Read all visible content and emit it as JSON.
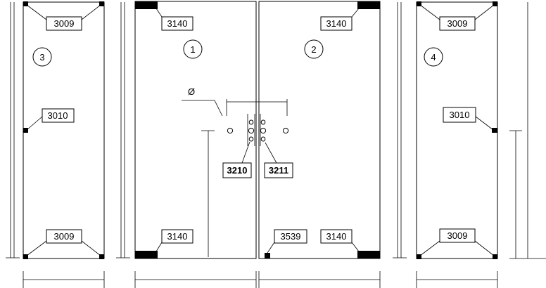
{
  "panels": {
    "panel3": {
      "number": "3",
      "top_label": "3009",
      "mid_label": "3010",
      "bottom_label": "3009"
    },
    "panel1": {
      "number": "1",
      "top_label": "3140",
      "bottom_label": "3140",
      "handle_label": "3210"
    },
    "panel2": {
      "number": "2",
      "top_label": "3140",
      "bottom_left_label": "3539",
      "bottom_right_label": "3140",
      "handle_label": "3211"
    },
    "panel4": {
      "number": "4",
      "top_label": "3009",
      "mid_label": "3010",
      "bottom_label": "3009"
    }
  },
  "diameter_symbol": "Ø"
}
